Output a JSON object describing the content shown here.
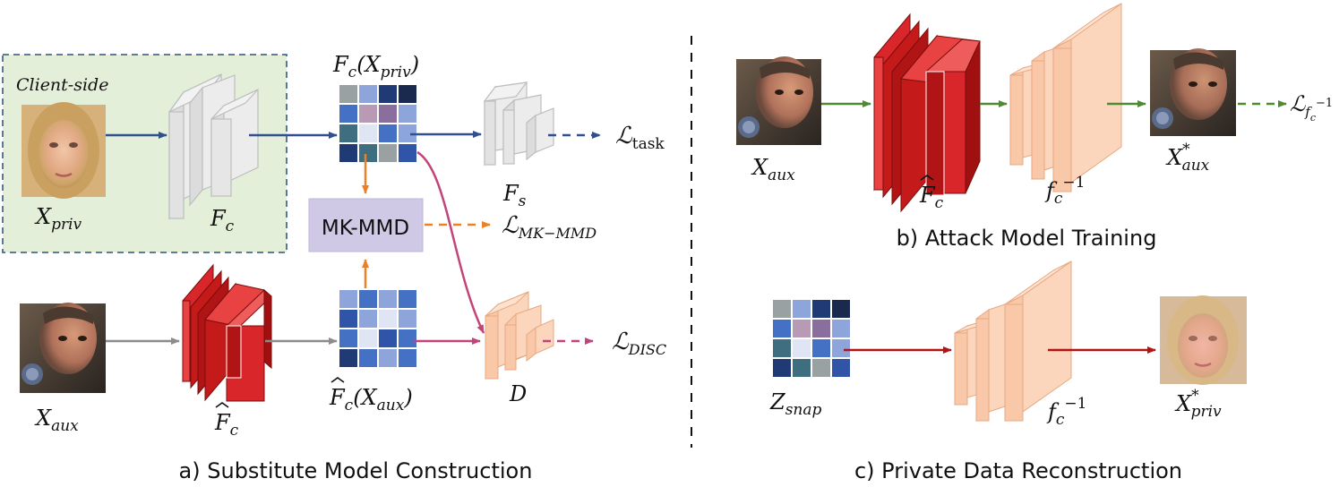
{
  "panel_a": {
    "client_side": "Client-side",
    "x_priv": {
      "base": "X",
      "sub": "priv"
    },
    "f_c": {
      "base": "F",
      "sub": "c"
    },
    "fc_xpriv": "F",
    "fc_xpriv_sub": "c",
    "fc_xpriv_arg": "(X",
    "fc_xpriv_arg_sub": "priv",
    "fc_xpriv_close": ")",
    "f_s": {
      "base": "F",
      "sub": "s"
    },
    "loss_task": {
      "base": "ℒ",
      "sub": "task"
    },
    "mkmmd_box": "MK-MMD",
    "loss_mkmmd": {
      "base": "ℒ",
      "sub": "MK−MMD"
    },
    "x_aux": {
      "base": "X",
      "sub": "aux"
    },
    "fhat_c": {
      "base": "F",
      "sub": "c"
    },
    "fhat_xaux": "F",
    "fhat_xaux_sub": "c",
    "fhat_xaux_arg": "(X",
    "fhat_xaux_arg_sub": "aux",
    "fhat_xaux_close": ")",
    "d": "D",
    "loss_disc": {
      "base": "ℒ",
      "sub": "DISC"
    },
    "caption": "a) Substitute Model Construction"
  },
  "panel_b": {
    "x_aux": {
      "base": "X",
      "sub": "aux"
    },
    "fhat_c": {
      "base": "F",
      "sub": "c"
    },
    "fc_inv": {
      "base": "f",
      "sub": "c",
      "sup": "−1"
    },
    "x_aux_star": {
      "base": "X",
      "sub": "aux",
      "sup": "*"
    },
    "loss": {
      "base": "ℒ",
      "sub": "f",
      "subsub": "c",
      "sup": "−1"
    },
    "caption": "b) Attack Model Training"
  },
  "panel_c": {
    "z_snap": {
      "base": "Z",
      "sub": "snap"
    },
    "fc_inv": {
      "base": "f",
      "sub": "c",
      "sup": "−1"
    },
    "x_priv_star": {
      "base": "X",
      "sub": "priv",
      "sup": "*"
    },
    "caption": "c) Private Data Reconstruction"
  },
  "colors": {
    "blue_arrow": "#2f4f8f",
    "orange_arrow": "#e8822a",
    "pink_arrow": "#c2457a",
    "gray_arrow": "#8c8c8c",
    "green_arrow": "#4f8a35",
    "red_arrow": "#b01414",
    "client_bg": "#e3efd9",
    "client_border": "#4a6a8c",
    "mkmmd_bg": "#cfc9e6",
    "layer_red": "#c41a1a",
    "layer_peach": "#f8c8a8",
    "layer_gray": "#dcdcdc"
  }
}
